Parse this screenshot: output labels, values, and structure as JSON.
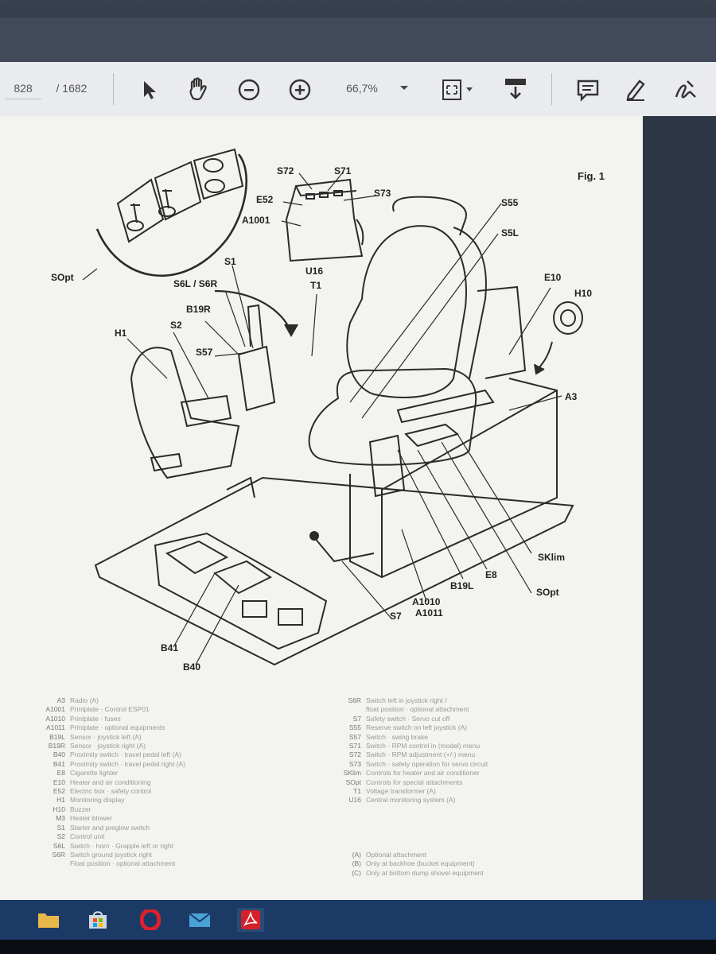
{
  "toolbar": {
    "page_current": "828",
    "page_total": "/ 1682",
    "zoom": "66,7%",
    "icons": [
      "select-arrow-icon",
      "hand-tool-icon",
      "zoom-out-icon",
      "zoom-in-icon",
      "fit-page-icon",
      "scroll-mode-icon",
      "comment-icon",
      "pen-icon",
      "sign-icon"
    ]
  },
  "figure": {
    "fig_label": "Fig. 1",
    "callouts": {
      "s72": "S72",
      "s71": "S71",
      "s73": "S73",
      "e52": "E52",
      "a1001": "A1001",
      "s55": "S55",
      "s5l": "S5L",
      "sopt_left": "SOpt",
      "s1": "S1",
      "u16": "U16",
      "t1": "T1",
      "s6l_s6r": "S6L / S6R",
      "b19r": "B19R",
      "e10": "E10",
      "h10": "H10",
      "h1": "H1",
      "s2": "S2",
      "s57": "S57",
      "a3": "A3",
      "sklim": "SKlim",
      "e8": "E8",
      "b19l": "B19L",
      "sopt_right": "SOpt",
      "a1010": "A1010",
      "a1011": "A1011",
      "s7": "S7",
      "b41": "B41",
      "b40": "B40"
    }
  },
  "legend_left": [
    {
      "k": "A3",
      "v": "Radio (A)"
    },
    {
      "k": "A1001",
      "v": "Printplate · Control ESP01"
    },
    {
      "k": "A1010",
      "v": "Printplate · fuses"
    },
    {
      "k": "A1011",
      "v": "Printplate · optional equipments"
    },
    {
      "k": "B19L",
      "v": "Sensor · joystick left (A)"
    },
    {
      "k": "B19R",
      "v": "Sensor · joystick right (A)"
    },
    {
      "k": "B40",
      "v": "Proximity switch · travel pedal left (A)"
    },
    {
      "k": "B41",
      "v": "Proximity switch · travel pedal right (A)"
    },
    {
      "k": "E8",
      "v": "Cigarette lighter"
    },
    {
      "k": "E10",
      "v": "Heater and air conditioning"
    },
    {
      "k": "E52",
      "v": "Electric box · safety control"
    },
    {
      "k": "H1",
      "v": "Monitoring display"
    },
    {
      "k": "H10",
      "v": "Buzzer"
    },
    {
      "k": "M3",
      "v": "Heater blower"
    },
    {
      "k": "S1",
      "v": "Starter and preglow switch"
    },
    {
      "k": "S2",
      "v": "Control unit"
    },
    {
      "k": "S6L",
      "v": "Switch · horn · Grapple left or right"
    },
    {
      "k": "S6R",
      "v": "Switch ground joystick right"
    },
    {
      "k": "",
      "v": "Float position · optional attachment"
    }
  ],
  "legend_right": [
    {
      "k": "S6R",
      "v": "Switch left in joystick right /"
    },
    {
      "k": "",
      "v": "float position · optional attachment"
    },
    {
      "k": "S7",
      "v": "Safety switch · Servo cut off"
    },
    {
      "k": "S55",
      "v": "Reserve switch on left joystick (A)"
    },
    {
      "k": "S57",
      "v": "Switch · swing brake"
    },
    {
      "k": "S71",
      "v": "Switch · RPM control in (model) menu"
    },
    {
      "k": "S72",
      "v": "Switch · RPM adjustment (+/-) menu"
    },
    {
      "k": "S73",
      "v": "Switch · safety operation for servo circuit"
    },
    {
      "k": "SKlim",
      "v": "Controls for heater and air conditioner"
    },
    {
      "k": "SOpt",
      "v": "Controls for special attachments"
    },
    {
      "k": "T1",
      "v": "Voltage transformer (A)"
    },
    {
      "k": "U16",
      "v": "Central monitoring system (A)"
    }
  ],
  "legend_notes": [
    {
      "k": "(A)",
      "v": "Optional attachment"
    },
    {
      "k": "(B)",
      "v": "Only at backhoe (bucket equipment)"
    },
    {
      "k": "(C)",
      "v": "Only at bottom dump shovel equipment"
    }
  ],
  "taskbar": {
    "icons": [
      "file-explorer-icon",
      "store-icon",
      "opera-icon",
      "mail-icon",
      "acrobat-icon"
    ]
  }
}
